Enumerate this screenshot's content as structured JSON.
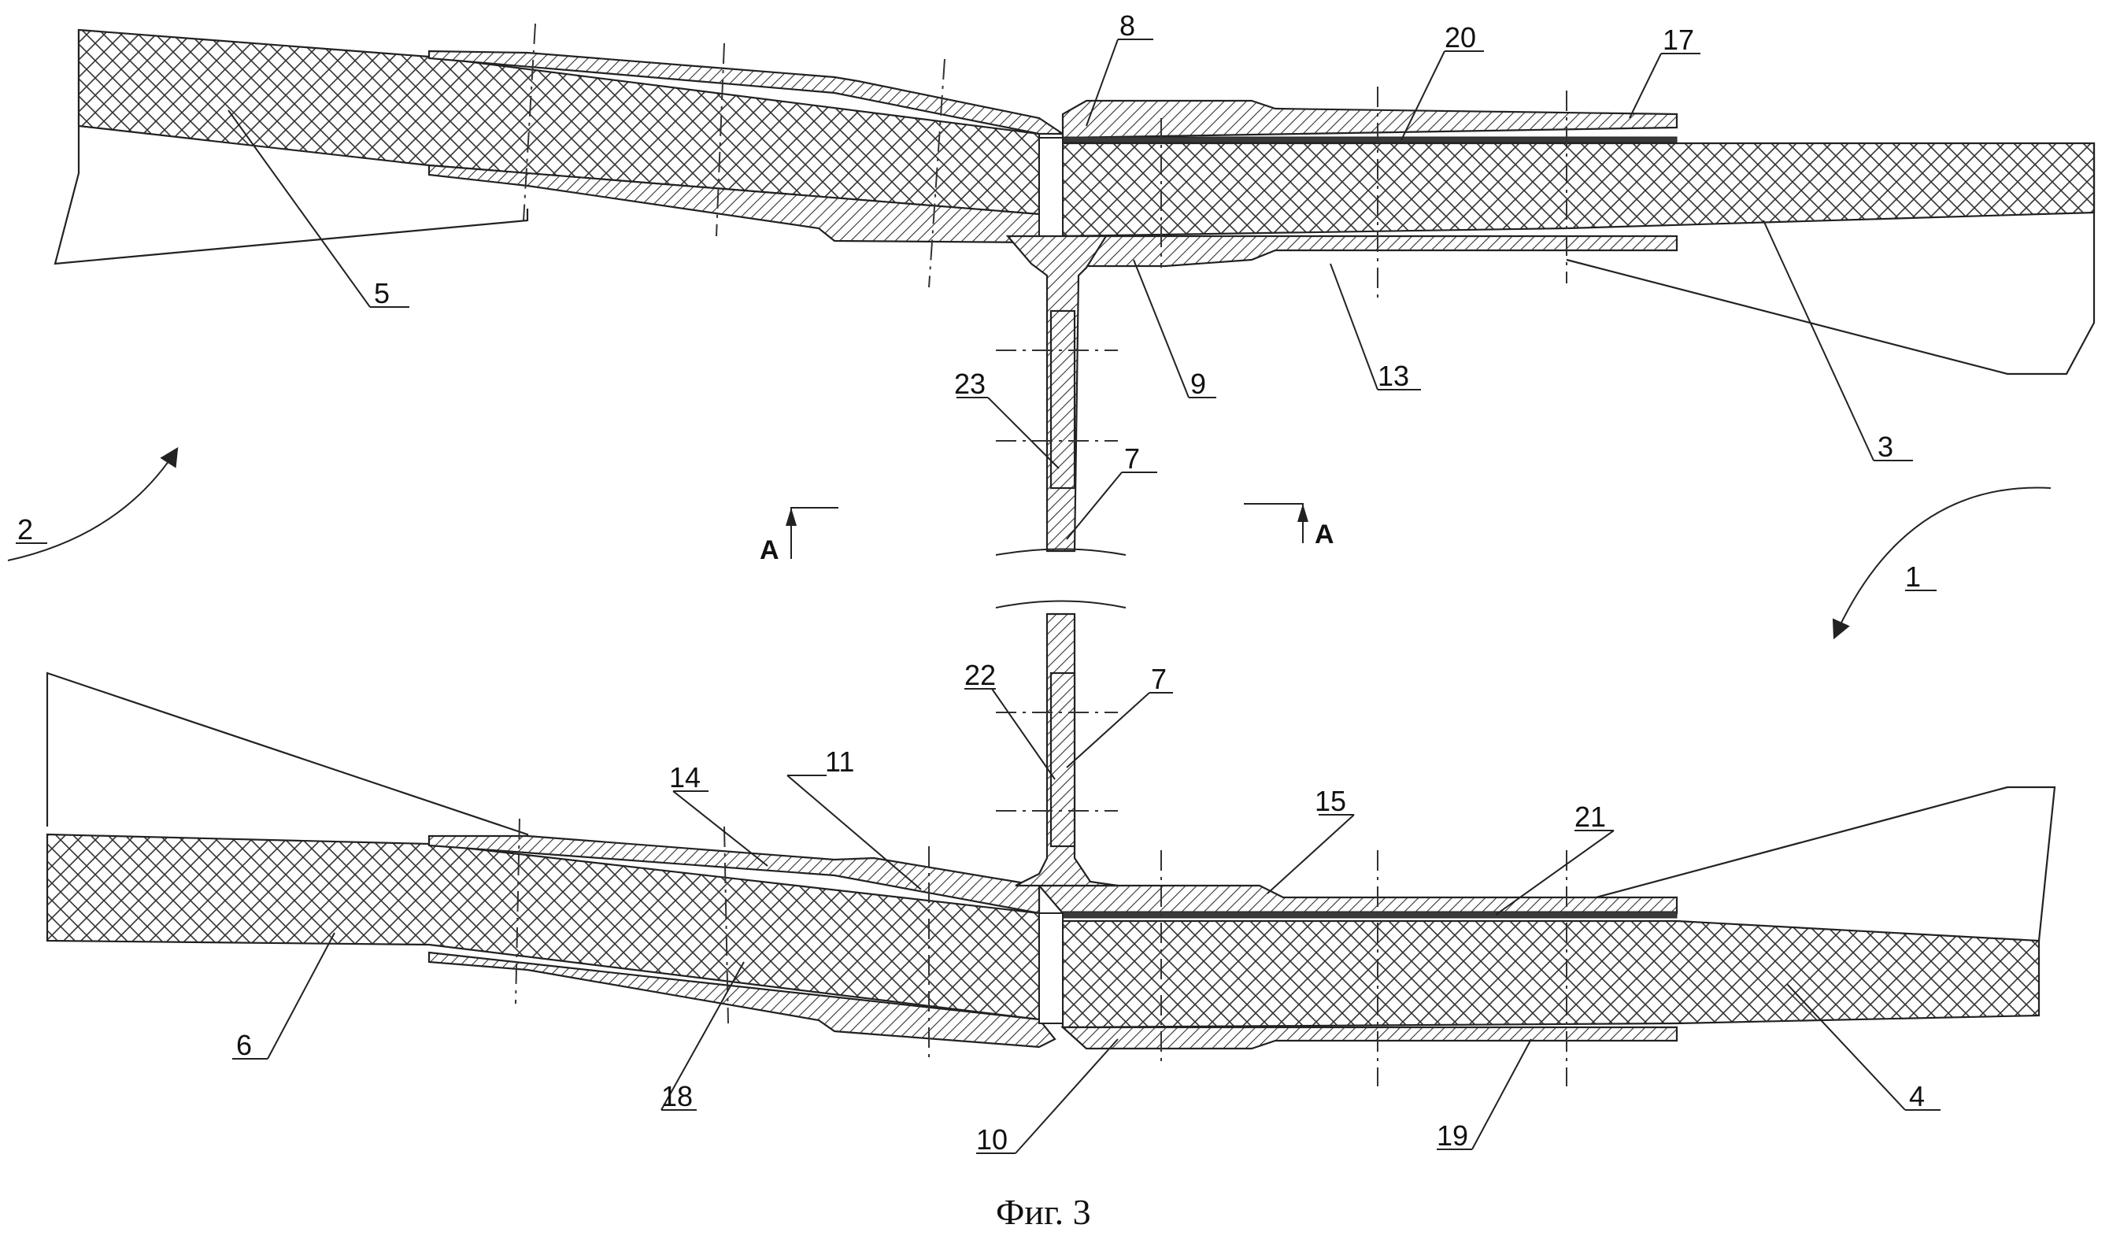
{
  "caption": "Фиг. 3",
  "section_mark": "А",
  "reference_numbers": {
    "n1": "1",
    "n2": "2",
    "n3": "3",
    "n4": "4",
    "n5": "5",
    "n6": "6",
    "n7a": "7",
    "n7b": "7",
    "n8": "8",
    "n9": "9",
    "n10": "10",
    "n11": "11",
    "n13": "13",
    "n14": "14",
    "n15": "15",
    "n17": "17",
    "n18": "18",
    "n19": "19",
    "n20": "20",
    "n21": "21",
    "n22": "22",
    "n23": "23"
  },
  "colors": {
    "line": "#222222",
    "background": "#ffffff"
  }
}
